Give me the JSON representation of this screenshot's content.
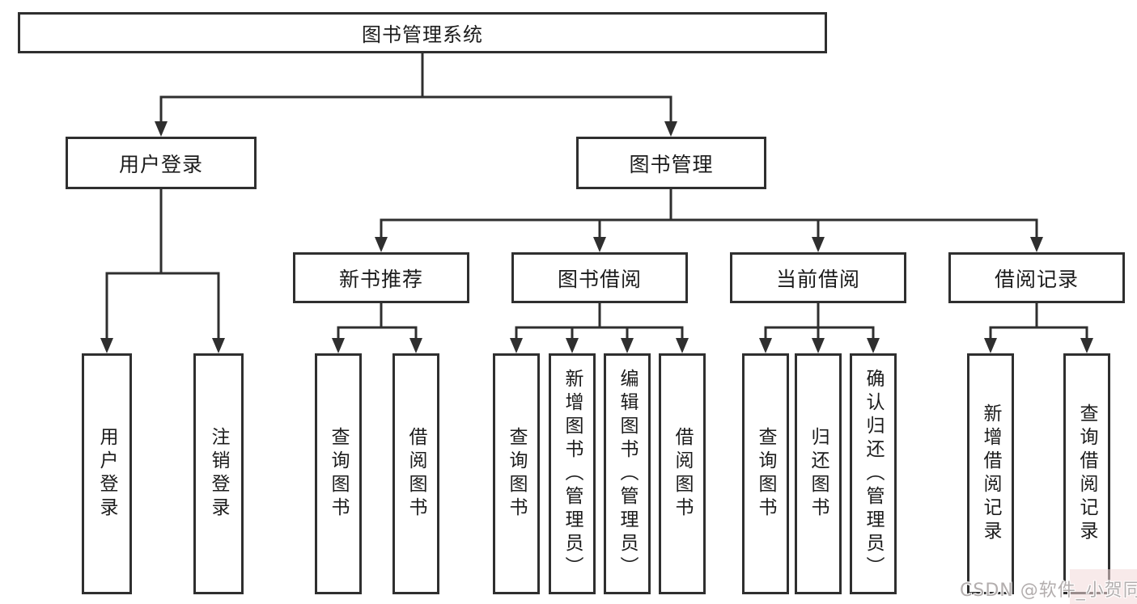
{
  "diagram": {
    "title": "图书管理系统",
    "level2": [
      "用户登录",
      "图书管理"
    ],
    "level3": [
      "新书推荐",
      "图书借阅",
      "当前借阅",
      "借阅记录"
    ],
    "leaves": {
      "user_login": [
        "用户登录",
        "注销登录"
      ],
      "new_book": [
        "查询图书",
        "借阅图书"
      ],
      "book_borrow": [
        "查询图书",
        "新增图书（管理员）",
        "编辑图书（管理员）",
        "借阅图书"
      ],
      "current_borrow": [
        "查询图书",
        "归还图书",
        "确认归还（管理员）"
      ],
      "borrow_record": [
        "新增借阅记录",
        "查询借阅记录"
      ]
    }
  },
  "watermark": "CSDN @软件_小贺同学",
  "colors": {
    "line": "#2f2f2f",
    "text": "#1c1c1c",
    "box_fill": "#ffffff",
    "watermark": "#b3aeae",
    "background": "#ffffff"
  }
}
